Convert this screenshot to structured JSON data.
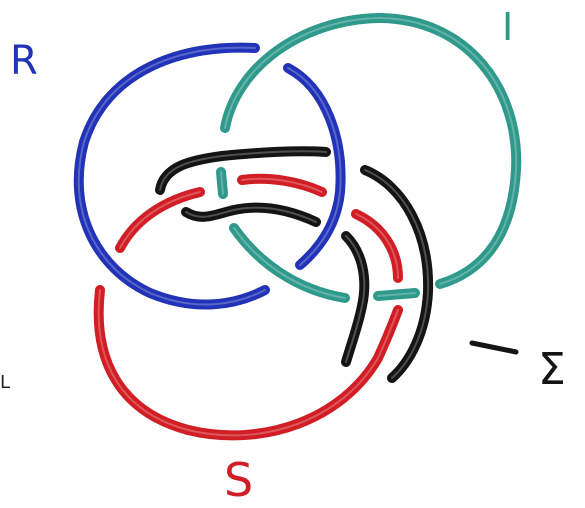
{
  "diagram": {
    "labels": {
      "r": "R",
      "i": "I",
      "s": "S",
      "e": "Σ",
      "l": "L"
    },
    "colors": {
      "blue": "#2233b8",
      "teal": "#2f9a8c",
      "red": "#d01e24",
      "black": "#141414",
      "background": "#ffffff"
    }
  }
}
